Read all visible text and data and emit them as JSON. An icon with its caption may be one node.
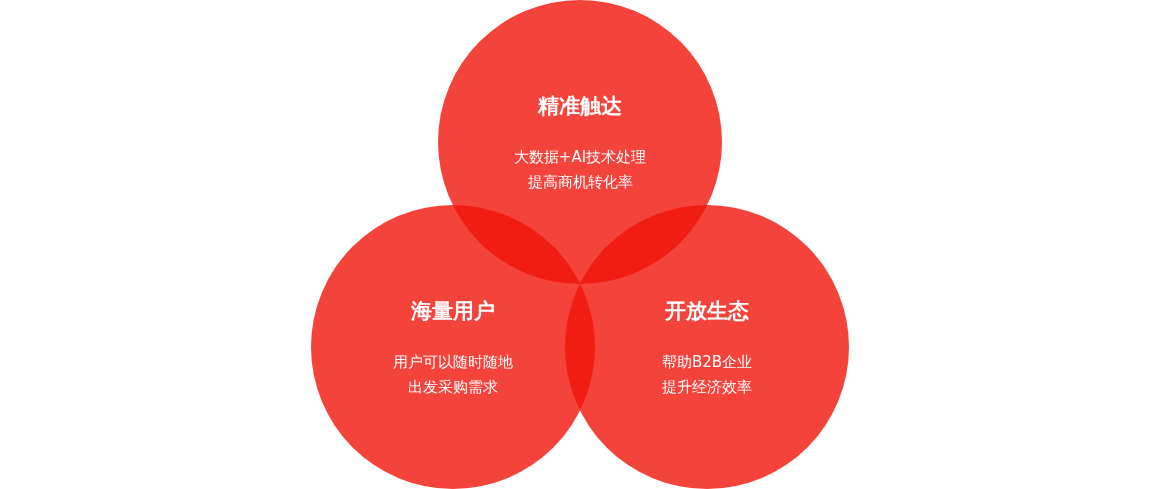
{
  "diagram": {
    "nodes": [
      {
        "text": [
          "精准触达",
          "大数据+AI技术处理提高商机转化率"
        ]
      },
      {
        "text": [
          "海量用户",
          "用户可以随时随地出发采购需求"
        ]
      },
      {
        "text": [
          "开放生态",
          "帮助B2B企业提升经济效率"
        ]
      }
    ],
    "edges": []
  }
}
